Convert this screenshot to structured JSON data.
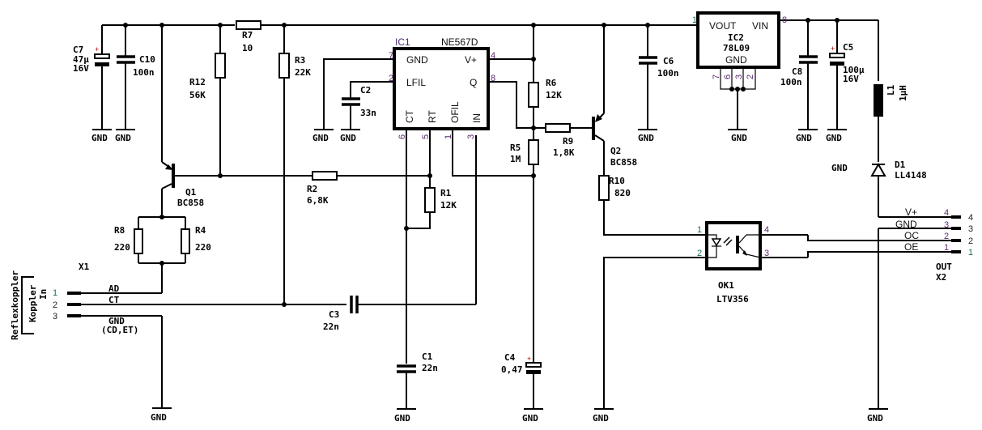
{
  "title": "NE567D tone decoder with reflex coupler input and optocoupler output",
  "ic1": {
    "ref": "IC1",
    "part": "NE567D",
    "pins": {
      "gnd": "GND",
      "vplus": "V+",
      "lfil": "LFIL",
      "q": "Q",
      "ct": "CT",
      "rt": "RT",
      "ofil": "OFIL",
      "in": "IN"
    },
    "pin_numbers": {
      "gnd": "7",
      "vplus": "4",
      "lfil": "2",
      "q": "8",
      "ct": "6",
      "rt": "5",
      "ofil": "1",
      "in": "3"
    }
  },
  "ic2": {
    "ref": "IC2",
    "part": "78L09",
    "vout": "VOUT",
    "vin": "VIN",
    "gnd": "GND",
    "pin_vout": "1",
    "pin_vin": "8",
    "gnd_pins": [
      "7",
      "6",
      "3",
      "2"
    ]
  },
  "resistors": [
    {
      "ref": "R7",
      "value": "10"
    },
    {
      "ref": "R12",
      "value": "56K"
    },
    {
      "ref": "R3",
      "value": "22K"
    },
    {
      "ref": "R6",
      "value": "12K"
    },
    {
      "ref": "R5",
      "value": "1M"
    },
    {
      "ref": "R9",
      "value": "1,8K"
    },
    {
      "ref": "R10",
      "value": "820"
    },
    {
      "ref": "R2",
      "value": "6,8K"
    },
    {
      "ref": "R1",
      "value": "12K"
    },
    {
      "ref": "R8",
      "value": "220"
    },
    {
      "ref": "R4",
      "value": "220"
    }
  ],
  "capacitors": [
    {
      "ref": "C7",
      "value": "47µ",
      "voltage": "16V"
    },
    {
      "ref": "C10",
      "value": "100n"
    },
    {
      "ref": "C2",
      "value": "33n"
    },
    {
      "ref": "C6",
      "value": "100n"
    },
    {
      "ref": "C8",
      "value": "100n"
    },
    {
      "ref": "C5",
      "value": "100µ",
      "voltage": "16V"
    },
    {
      "ref": "C3",
      "value": "22n"
    },
    {
      "ref": "C1",
      "value": "22n"
    },
    {
      "ref": "C4",
      "value": "0,47"
    }
  ],
  "transistors": [
    {
      "ref": "Q1",
      "part": "BC858"
    },
    {
      "ref": "Q2",
      "part": "BC858"
    }
  ],
  "inductor": {
    "ref": "L1",
    "value": "1µH"
  },
  "diode": {
    "ref": "D1",
    "part": "LL4148"
  },
  "optocoupler": {
    "ref": "OK1",
    "part": "LTV356",
    "pins": [
      "1",
      "2",
      "3",
      "4"
    ]
  },
  "connector_x1": {
    "ref": "X1",
    "group": "Reflexkoppler",
    "name": "Koppler",
    "sub": "In",
    "pins": [
      {
        "num": "1",
        "signal": "AD"
      },
      {
        "num": "2",
        "signal": "CT"
      },
      {
        "num": "3",
        "signal": "GND",
        "note": "(CD,ET)"
      }
    ]
  },
  "connector_x2": {
    "ref": "X2",
    "name": "OUT",
    "pins": [
      {
        "num": "4",
        "signal": "V+"
      },
      {
        "num": "3",
        "signal": "GND"
      },
      {
        "num": "2",
        "signal": "OC"
      },
      {
        "num": "1",
        "signal": "OE"
      }
    ]
  },
  "gnd_label": "GND",
  "plus_mark": "+"
}
